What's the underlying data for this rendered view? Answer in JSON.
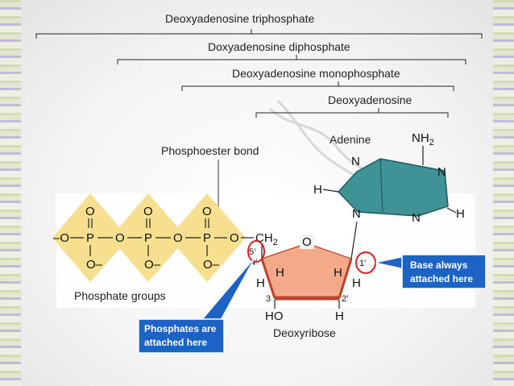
{
  "brackets": {
    "triphosphate": "Deoxyadenosine triphosphate",
    "diphosphate": "Doxyadenosine diphosphate",
    "monophosphate": "Deoxyadenosine monophosphate",
    "nucleoside": "Deoxyadenosine"
  },
  "labels": {
    "phosphoester_bond": "Phosphoester bond",
    "adenine": "Adenine",
    "phosphate_groups": "Phosphate groups",
    "deoxyribose": "Deoxyribose"
  },
  "callouts": {
    "base": [
      "Base always",
      "attached here"
    ],
    "phosphates": [
      "Phosphates are",
      "attached here"
    ]
  },
  "atoms": {
    "O": "O",
    "P": "P",
    "N": "N",
    "H": "H",
    "HO": "HO",
    "CH": "CH",
    "NH": "NH",
    "sub2": "2",
    "minus_O": "–O",
    "O_minus": "O–"
  },
  "positions": {
    "p5": "5′",
    "p4": "4′",
    "p3": "3",
    "p2": "2′",
    "p1": "1′"
  },
  "colors": {
    "phosphate_fill": "#f6df8f",
    "sugar_fill": "#f3a98a",
    "sugar_edge": "#b9432b",
    "base_fill": "#3f9296",
    "callout_fill": "#1d63c6",
    "highlight_circle": "#d71f1f"
  }
}
